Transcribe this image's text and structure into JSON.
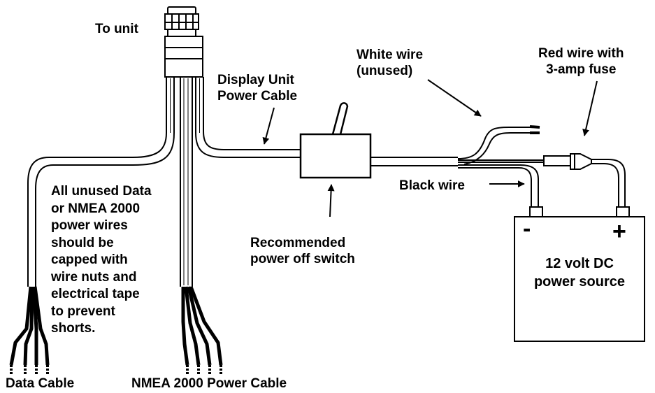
{
  "labels": {
    "to_unit": "To unit",
    "display_unit_power_cable": [
      "Display Unit",
      "Power Cable"
    ],
    "white_wire": [
      "White wire",
      "(unused)"
    ],
    "red_wire": [
      "Red wire with",
      "3-amp fuse"
    ],
    "black_wire": "Black wire",
    "recommended_switch": [
      "Recommended",
      "power off switch"
    ],
    "unused_note": [
      "All unused Data",
      "or NMEA 2000",
      "power wires",
      "should be",
      "capped with",
      "wire nuts and",
      "electrical tape",
      "to prevent",
      "shorts."
    ],
    "data_cable": "Data Cable",
    "nmea_cable": "NMEA 2000 Power Cable",
    "battery": [
      "12 volt DC",
      "power source"
    ],
    "negative_terminal": "-",
    "positive_terminal": "+"
  },
  "colors": {
    "line": "#000000",
    "background": "#ffffff"
  }
}
